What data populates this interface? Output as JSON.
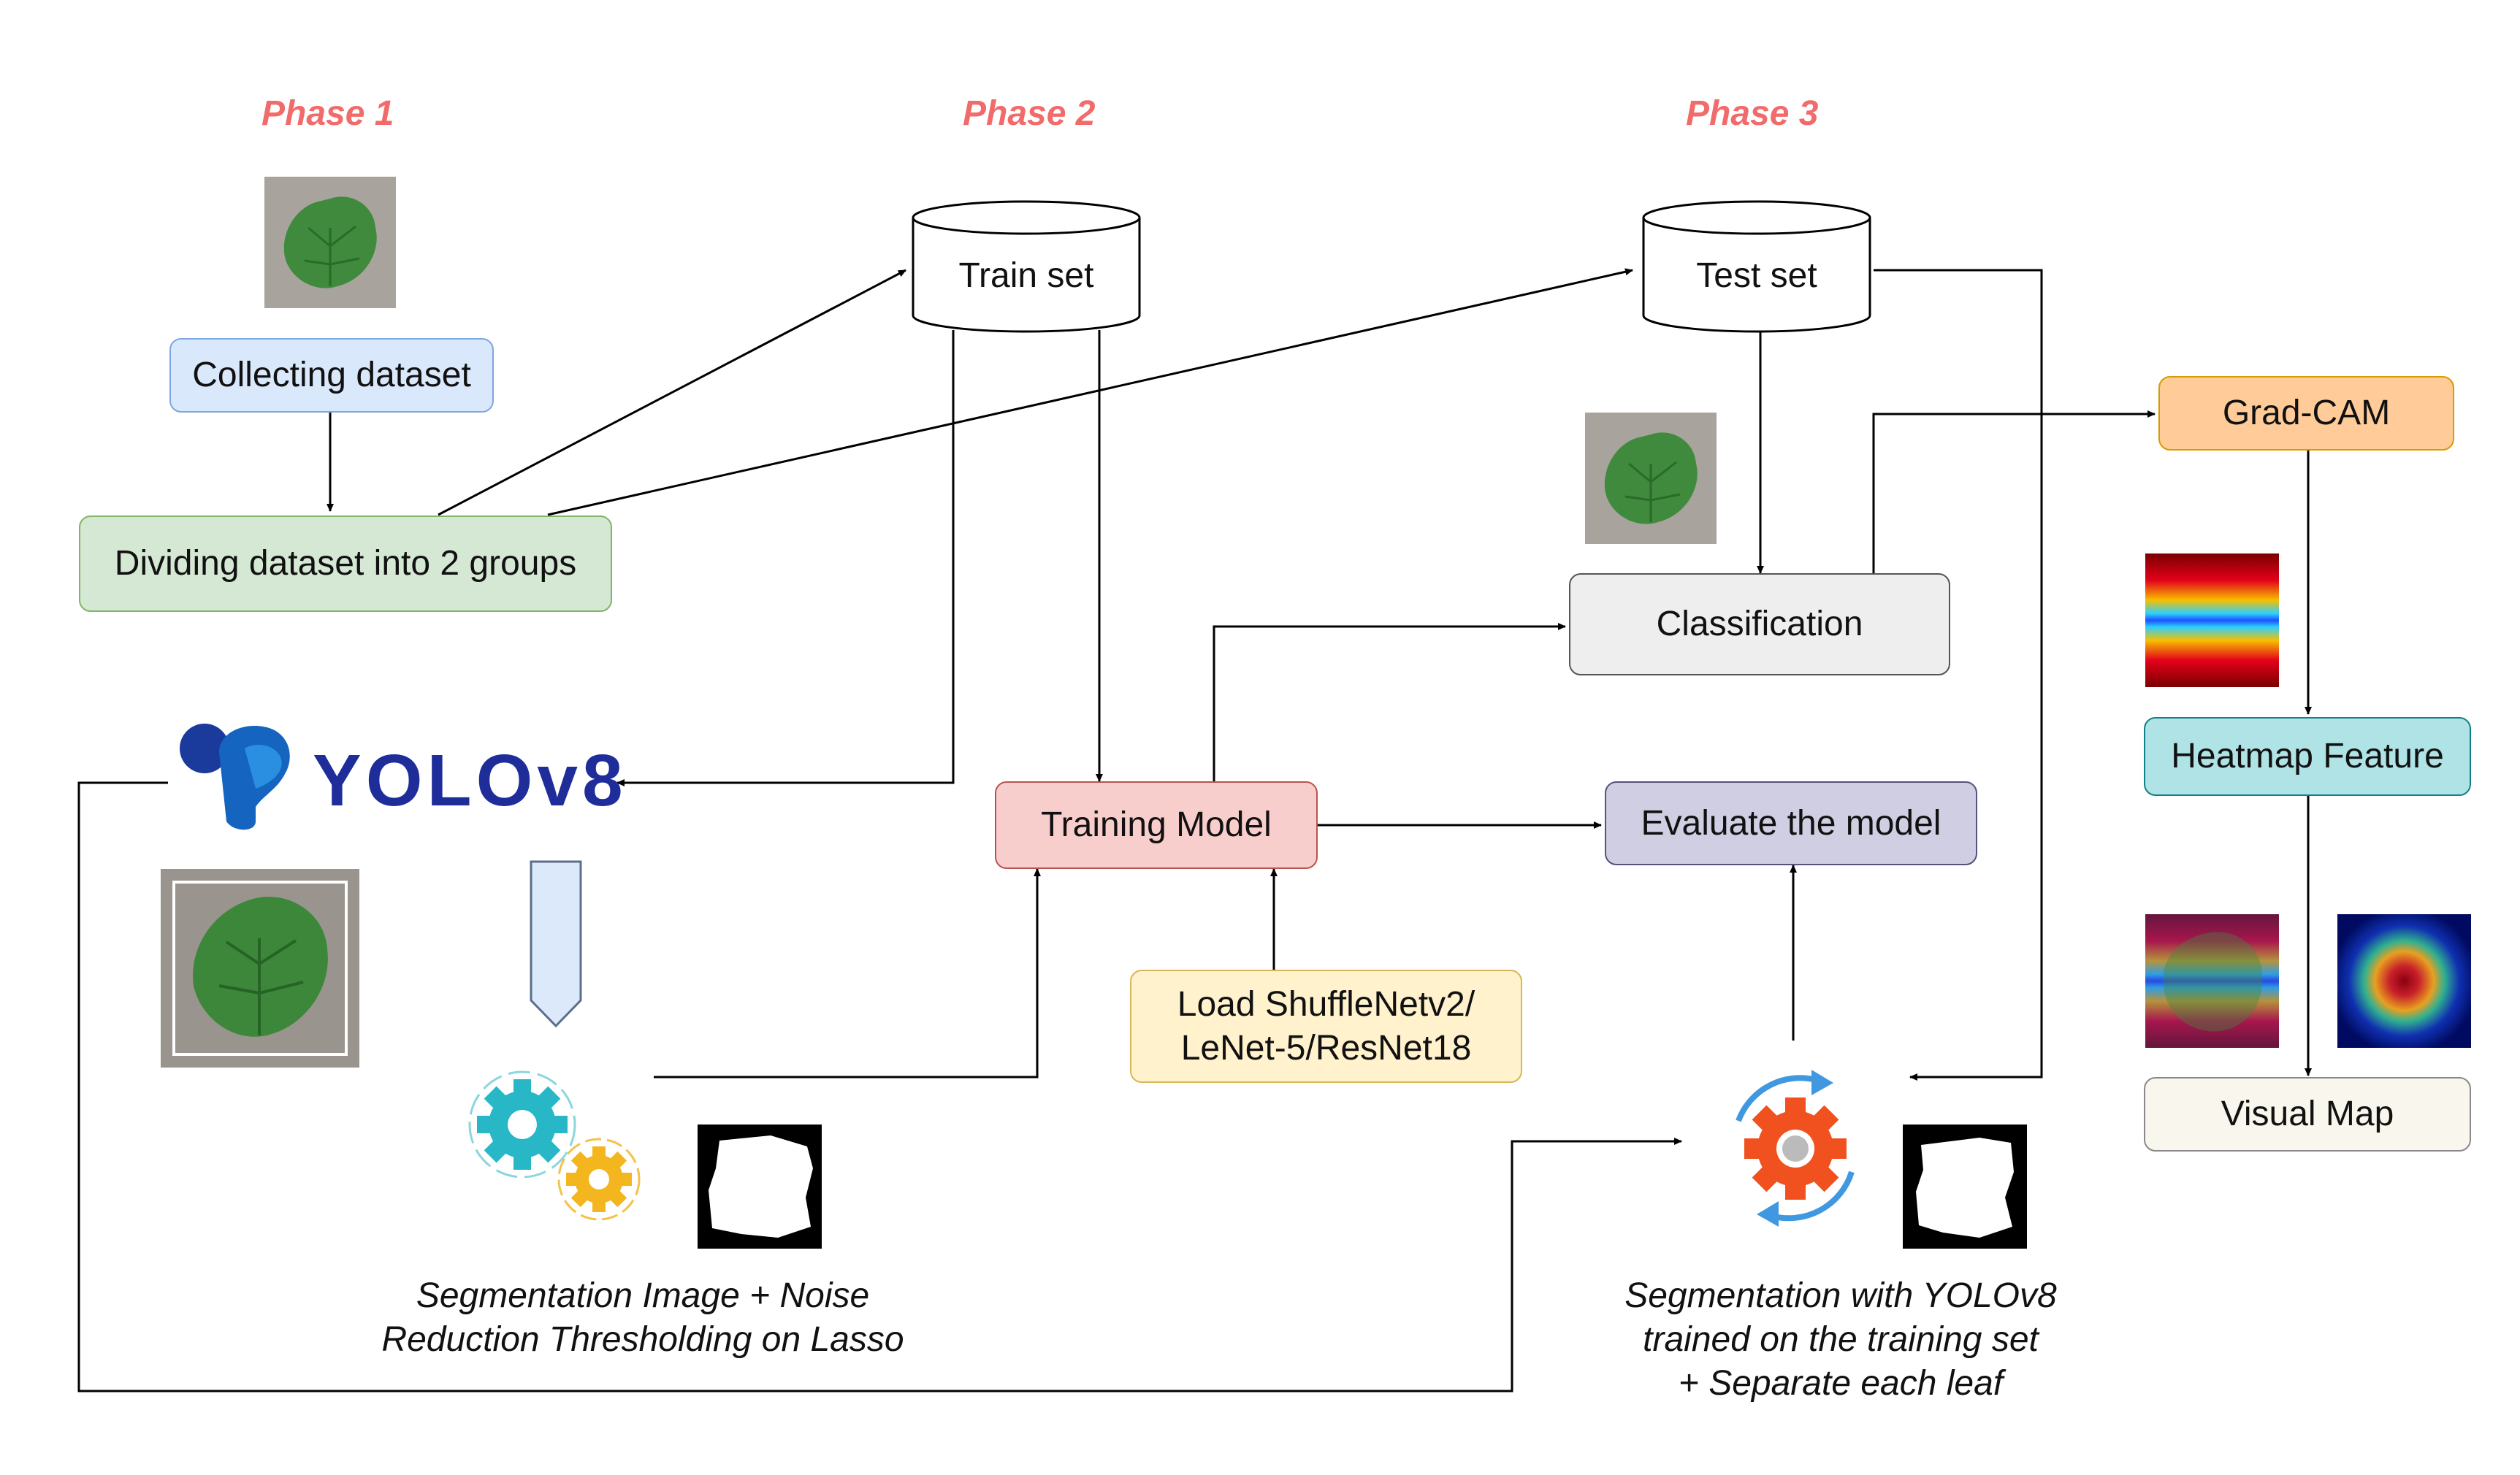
{
  "phases": {
    "p1": "Phase 1",
    "p2": "Phase 2",
    "p3": "Phase 3"
  },
  "nodes": {
    "collecting": "Collecting dataset",
    "dividing": "Dividing dataset into 2 groups",
    "train_set": "Train set",
    "test_set": "Test set",
    "classification": "Classification",
    "training_model": "Training Model",
    "evaluate": "Evaluate the model",
    "load_models_line1": "Load ShuffleNetv2/",
    "load_models_line2": "LeNet-5/ResNet18",
    "gradcam": "Grad-CAM",
    "heatmap_feature": "Heatmap Feature",
    "visual_map": "Visual Map"
  },
  "logo": {
    "text": "YOLOv8"
  },
  "captions": {
    "seg_left_line1": "Segmentation Image + Noise",
    "seg_left_line2": "Reduction Thresholding on Lasso",
    "seg_right_line1": "Segmentation with YOLOv8",
    "seg_right_line2": "trained on the training set",
    "seg_right_line3": "+ Separate each leaf"
  },
  "colors": {
    "phase": "#f26b6b",
    "collecting": "#dae8fc",
    "dividing": "#d5e8d4",
    "training_model": "#f8cecc",
    "evaluate": "#d0cee2",
    "load_models": "#fff2cc",
    "gradcam": "#ffcc99",
    "heatmap_feature": "#b0e3e6",
    "visual_map": "#f9f7ed",
    "classification": "#eeeeee",
    "logo": "#1e2d9a"
  }
}
